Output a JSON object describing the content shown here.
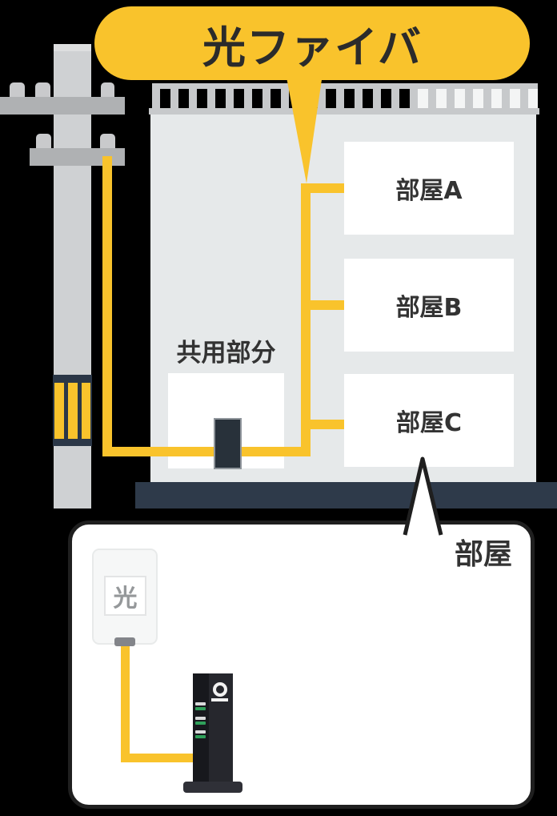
{
  "fiber_bubble": {
    "label": "光ファイバ"
  },
  "building": {
    "shared_label": "共用部分",
    "rooms": [
      {
        "label": "部屋A"
      },
      {
        "label": "部屋B"
      },
      {
        "label": "部屋C"
      }
    ]
  },
  "room_detail": {
    "label": "部屋",
    "outlet_label": "光"
  },
  "colors": {
    "fiber_yellow": "#F9C32C",
    "navy": "#2E3A4A",
    "building_gray": "#E6E9EA",
    "pole_gray": "#CFD1D3",
    "crossarm_gray": "#AFB1B3",
    "device_dark": "#28313A",
    "router_dark": "#17181D",
    "led_green": "#2FA05A",
    "text_dark": "#333333",
    "bubble_border": "#1F1F1F",
    "background": "#000000",
    "white": "#FFFFFF"
  }
}
